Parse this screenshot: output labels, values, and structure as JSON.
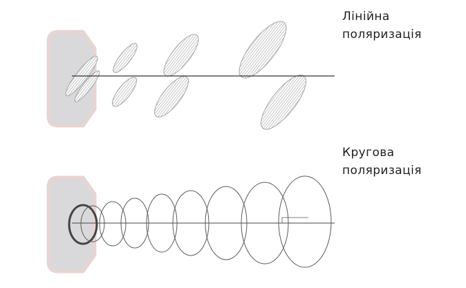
{
  "linear_polarization": {
    "label_line1": "Лінійна",
    "label_line2": "поляризація"
  },
  "circular_polarization": {
    "label_line1": "Кругова",
    "label_line2": "поляризація"
  },
  "colors": {
    "antenna_fill": "#d9d9db",
    "antenna_edge": "#e8d4d2",
    "wave_stroke": "#9a9a9a",
    "axis": "#333333",
    "caption_text": "#1f1f1f"
  }
}
